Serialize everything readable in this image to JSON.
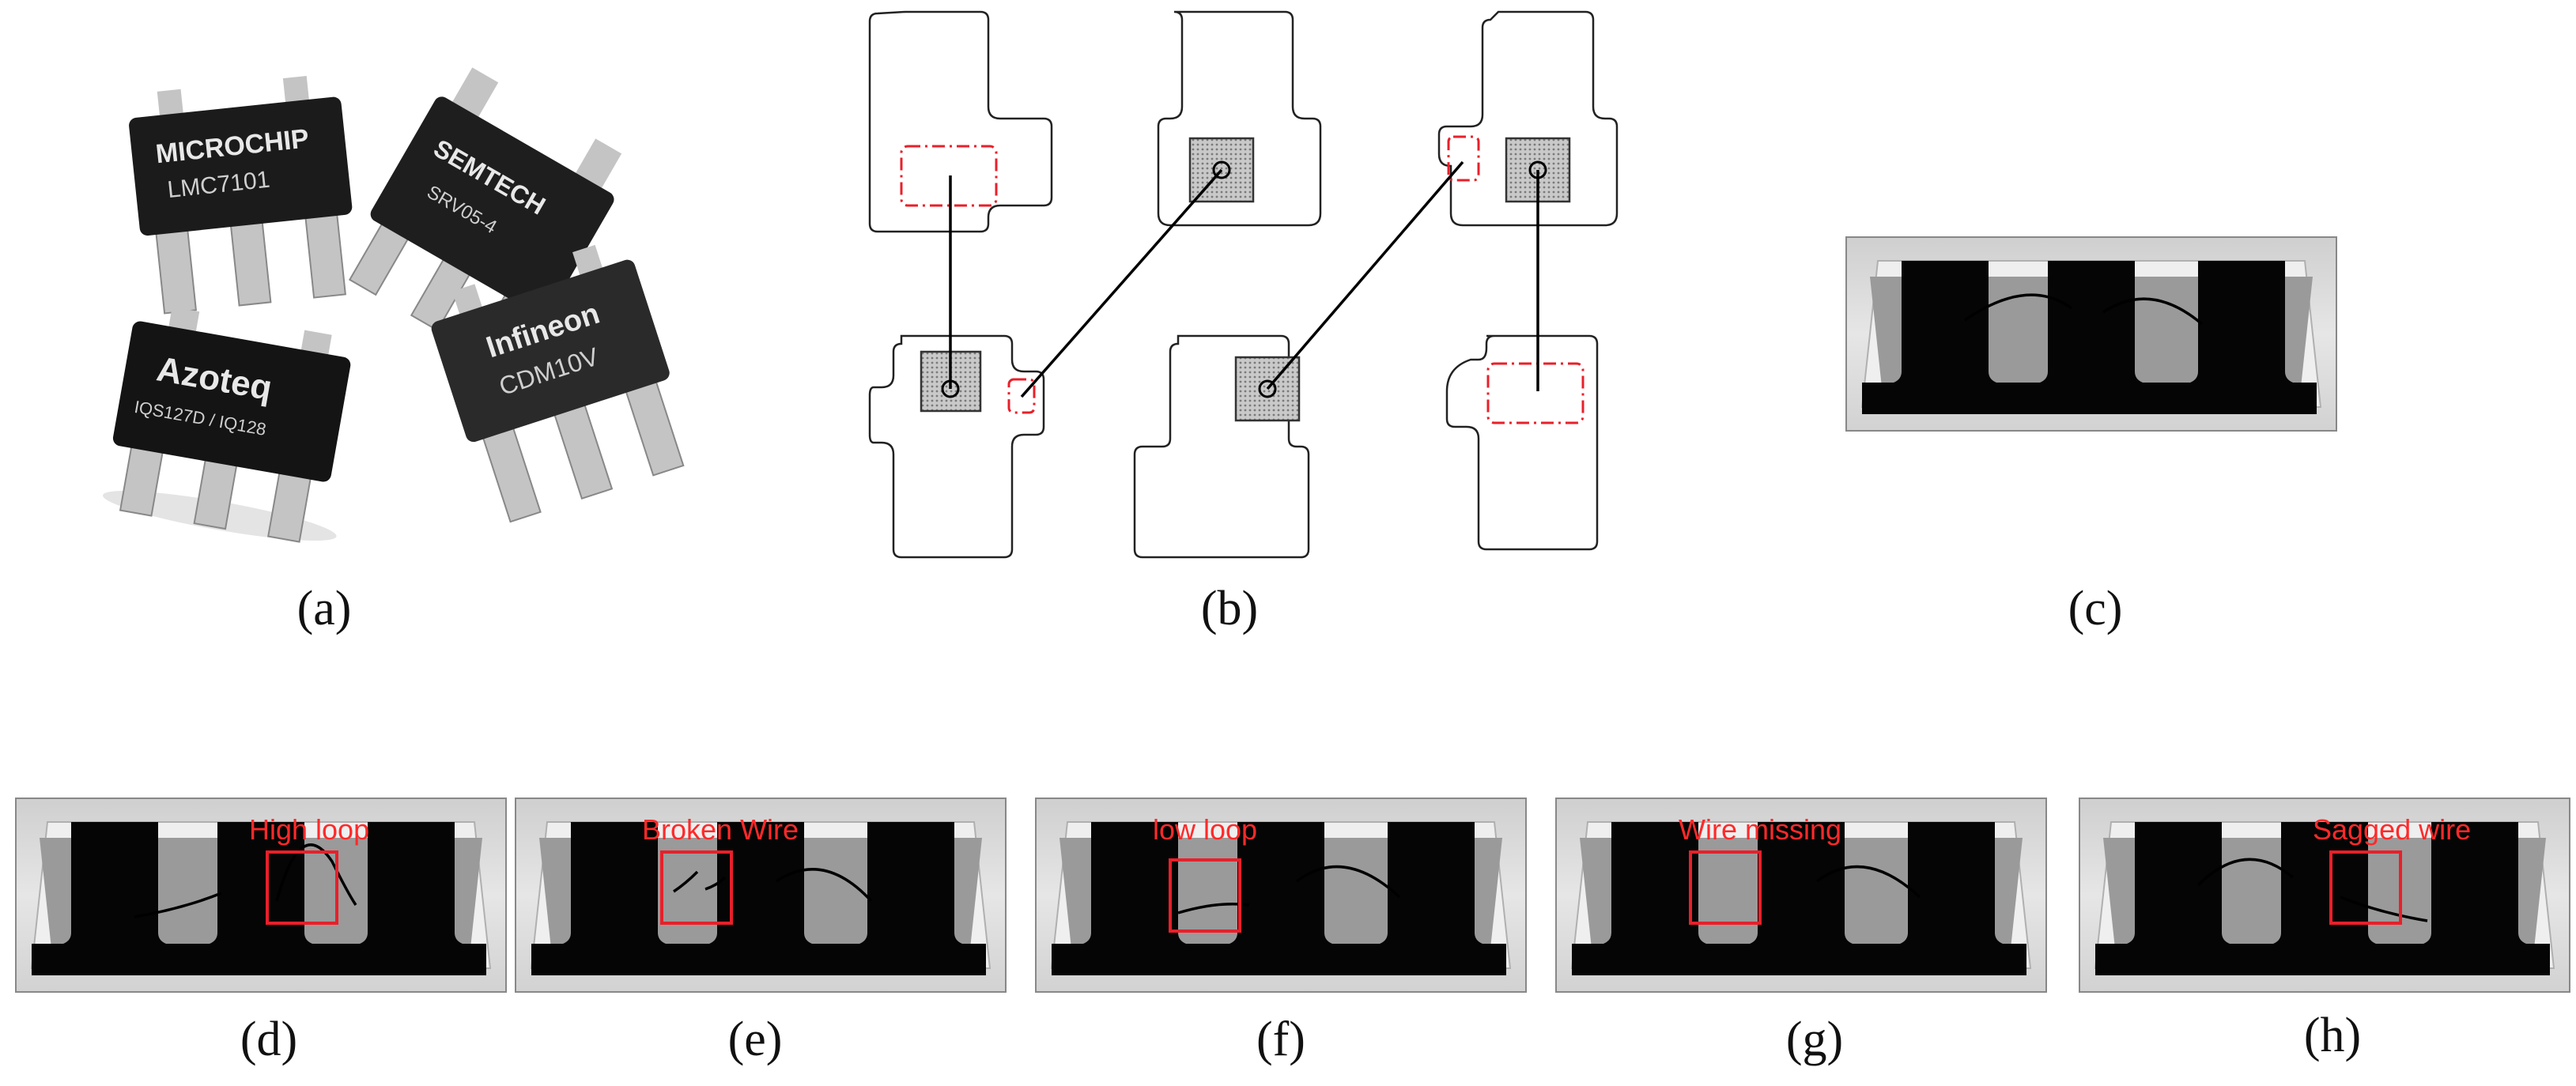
{
  "panels": {
    "a": {
      "caption": "(a)"
    },
    "b": {
      "caption": "(b)"
    },
    "c": {
      "caption": "(c)"
    },
    "d": {
      "caption": "(d)",
      "defect": "High loop"
    },
    "e": {
      "caption": "(e)",
      "defect": "Broken Wire"
    },
    "f": {
      "caption": "(f)",
      "defect": "low loop"
    },
    "g": {
      "caption": "(g)",
      "defect": "Wire missing"
    },
    "h": {
      "caption": "(h)",
      "defect": "Sagged wire"
    }
  },
  "chips": {
    "microchip": {
      "brand": "MICROCHIP",
      "part": "LMC7101"
    },
    "semtech": {
      "brand": "SEMTECH",
      "part": "SRV05-4"
    },
    "azoteq": {
      "brand": "Azoteq",
      "part": "IQS127D / IQ128"
    },
    "infineon": {
      "brand": "Infineon",
      "part": "CDM10V"
    }
  },
  "colors": {
    "annotation": "#e8202a",
    "chip_body": "#1b1b1b",
    "lead": "#b9b9b9",
    "package": "#9a9a9a"
  }
}
